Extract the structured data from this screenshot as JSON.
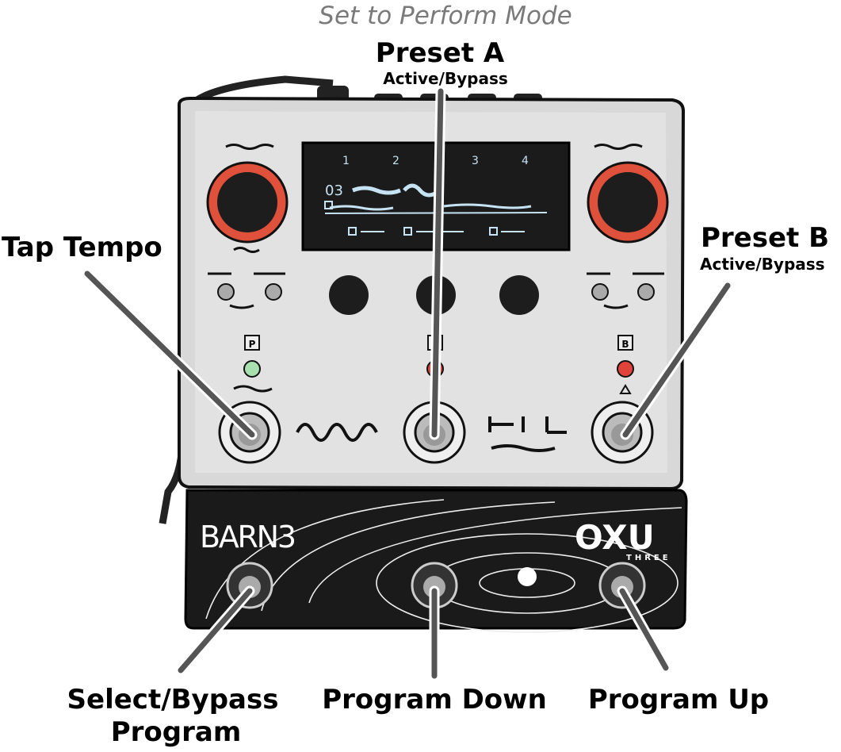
{
  "header": {
    "mode_note": "Set to Perform Mode"
  },
  "labels": {
    "preset_a": "Preset A",
    "preset_a_sub": "Active/Bypass",
    "tap_tempo": "Tap Tempo",
    "preset_b": "Preset B",
    "preset_b_sub": "Active/Bypass",
    "select_bypass_line1": "Select/Bypass",
    "select_bypass_line2": "Program",
    "program_down": "Program Down",
    "program_up": "Program Up"
  },
  "pedal": {
    "screen": {
      "preset_number": "03",
      "slots": [
        "1",
        "2",
        "3",
        "4"
      ]
    },
    "led_labels": {
      "left": "P",
      "right": "B"
    },
    "brand_logo": "BARN3",
    "product_logo": "OXU",
    "product_sub": "THREE",
    "colors": {
      "knob_ring": "#e0513c",
      "led_green": "#a8e0b0",
      "led_red": "#e0433a",
      "screen_text": "#c5e3f2"
    }
  }
}
